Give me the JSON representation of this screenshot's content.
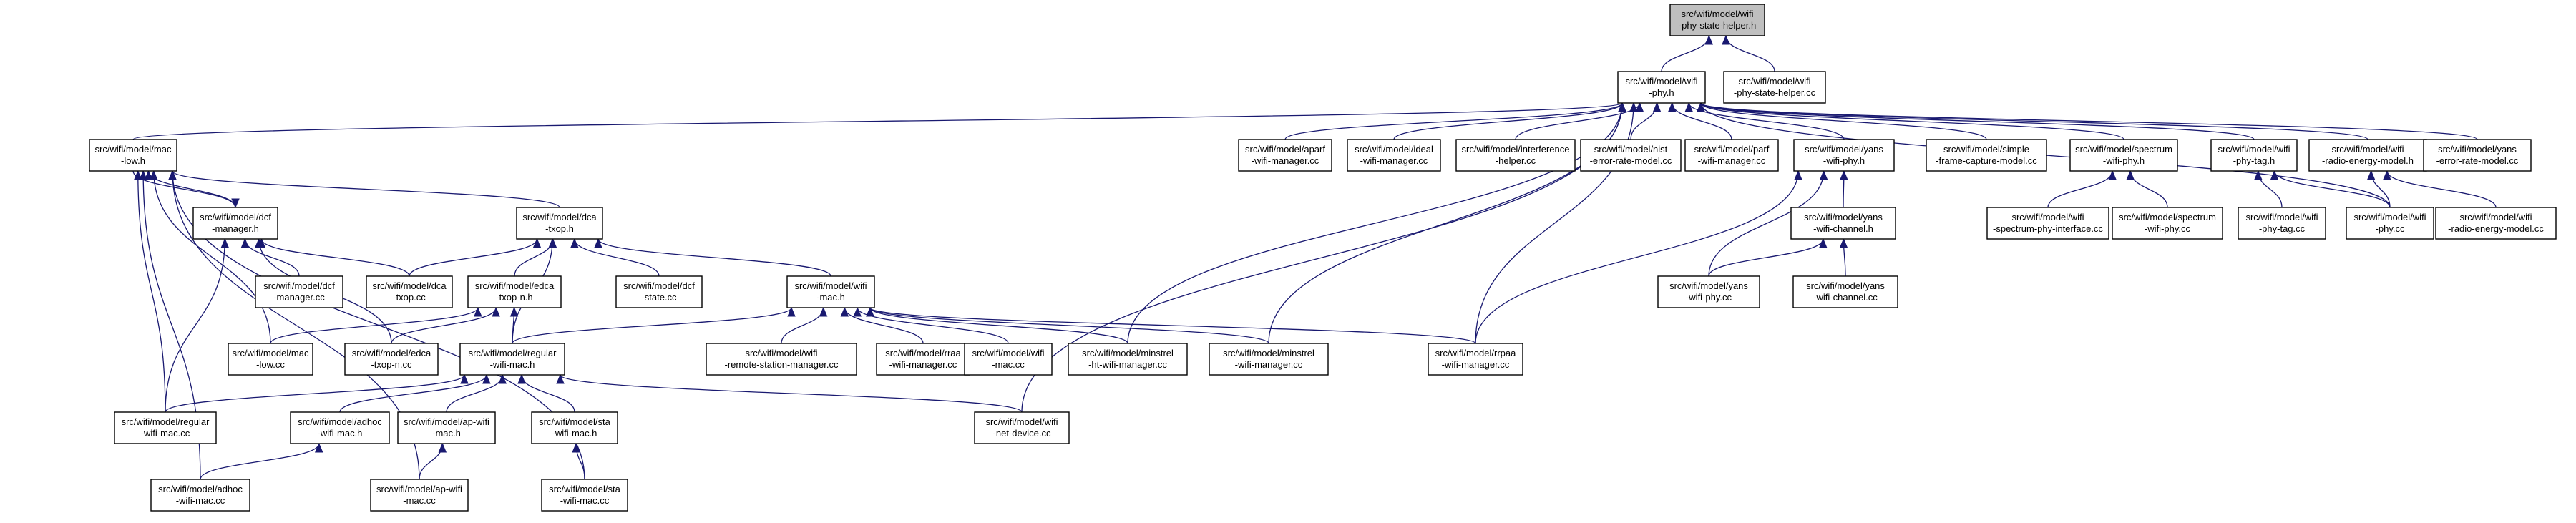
{
  "diagram": {
    "nodes": [
      {
        "id": "phy-state-helper-h",
        "lines": [
          "src/wifi/model/wifi",
          "-phy-state-helper.h"
        ],
        "root": true
      },
      {
        "id": "wifi-phy-h",
        "lines": [
          "src/wifi/model/wifi",
          "-phy.h"
        ]
      },
      {
        "id": "phy-state-helper-cc",
        "lines": [
          "src/wifi/model/wifi",
          "-phy-state-helper.cc"
        ]
      },
      {
        "id": "mac-low-h",
        "lines": [
          "src/wifi/model/mac",
          "-low.h"
        ]
      },
      {
        "id": "aparf",
        "lines": [
          "src/wifi/model/aparf",
          "-wifi-manager.cc"
        ]
      },
      {
        "id": "ideal",
        "lines": [
          "src/wifi/model/ideal",
          "-wifi-manager.cc"
        ]
      },
      {
        "id": "interference",
        "lines": [
          "src/wifi/model/interference",
          "-helper.cc"
        ]
      },
      {
        "id": "nist",
        "lines": [
          "src/wifi/model/nist",
          "-error-rate-model.cc"
        ]
      },
      {
        "id": "parf",
        "lines": [
          "src/wifi/model/parf",
          "-wifi-manager.cc"
        ]
      },
      {
        "id": "yans-phy-h",
        "lines": [
          "src/wifi/model/yans",
          "-wifi-phy.h"
        ]
      },
      {
        "id": "simple-capture",
        "lines": [
          "src/wifi/model/simple",
          "-frame-capture-model.cc"
        ]
      },
      {
        "id": "spectrum-phy-h",
        "lines": [
          "src/wifi/model/spectrum",
          "-wifi-phy.h"
        ]
      },
      {
        "id": "phy-tag-h",
        "lines": [
          "src/wifi/model/wifi",
          "-phy-tag.h"
        ]
      },
      {
        "id": "radio-energy-h",
        "lines": [
          "src/wifi/model/wifi",
          "-radio-energy-model.h"
        ]
      },
      {
        "id": "yans-error",
        "lines": [
          "src/wifi/model/yans",
          "-error-rate-model.cc"
        ]
      },
      {
        "id": "dcf-manager-h",
        "lines": [
          "src/wifi/model/dcf",
          "-manager.h"
        ]
      },
      {
        "id": "dca-txop-h",
        "lines": [
          "src/wifi/model/dca",
          "-txop.h"
        ]
      },
      {
        "id": "spectrum-iface",
        "lines": [
          "src/wifi/model/wifi",
          "-spectrum-phy-interface.cc"
        ]
      },
      {
        "id": "spectrum-phy-cc",
        "lines": [
          "src/wifi/model/spectrum",
          "-wifi-phy.cc"
        ]
      },
      {
        "id": "phy-tag-cc",
        "lines": [
          "src/wifi/model/wifi",
          "-phy-tag.cc"
        ]
      },
      {
        "id": "wifi-phy-cc",
        "lines": [
          "src/wifi/model/wifi",
          "-phy.cc"
        ]
      },
      {
        "id": "radio-energy-cc",
        "lines": [
          "src/wifi/model/wifi",
          "-radio-energy-model.cc"
        ]
      },
      {
        "id": "yans-channel-h",
        "lines": [
          "src/wifi/model/yans",
          "-wifi-channel.h"
        ]
      },
      {
        "id": "dcf-manager-cc",
        "lines": [
          "src/wifi/model/dcf",
          "-manager.cc"
        ]
      },
      {
        "id": "dca-txop-cc",
        "lines": [
          "src/wifi/model/dca",
          "-txop.cc"
        ]
      },
      {
        "id": "edca-txop-n-h",
        "lines": [
          "src/wifi/model/edca",
          "-txop-n.h"
        ]
      },
      {
        "id": "dcf-state",
        "lines": [
          "src/wifi/model/dcf",
          "-state.cc"
        ]
      },
      {
        "id": "wifi-mac-h",
        "lines": [
          "src/wifi/model/wifi",
          "-mac.h"
        ]
      },
      {
        "id": "yans-phy-cc",
        "lines": [
          "src/wifi/model/yans",
          "-wifi-phy.cc"
        ]
      },
      {
        "id": "yans-channel-cc",
        "lines": [
          "src/wifi/model/yans",
          "-wifi-channel.cc"
        ]
      },
      {
        "id": "mac-low-cc",
        "lines": [
          "src/wifi/model/mac",
          "-low.cc"
        ]
      },
      {
        "id": "edca-txop-n-cc",
        "lines": [
          "src/wifi/model/edca",
          "-txop-n.cc"
        ]
      },
      {
        "id": "regular-mac-h",
        "lines": [
          "src/wifi/model/regular",
          "-wifi-mac.h"
        ]
      },
      {
        "id": "remote-station",
        "lines": [
          "src/wifi/model/wifi",
          "-remote-station-manager.cc"
        ]
      },
      {
        "id": "rraa",
        "lines": [
          "src/wifi/model/rraa",
          "-wifi-manager.cc"
        ]
      },
      {
        "id": "wifi-mac-cc",
        "lines": [
          "src/wifi/model/wifi",
          "-mac.cc"
        ]
      },
      {
        "id": "minstrel-ht",
        "lines": [
          "src/wifi/model/minstrel",
          "-ht-wifi-manager.cc"
        ]
      },
      {
        "id": "minstrel",
        "lines": [
          "src/wifi/model/minstrel",
          "-wifi-manager.cc"
        ]
      },
      {
        "id": "rrpaa",
        "lines": [
          "src/wifi/model/rrpaa",
          "-wifi-manager.cc"
        ]
      },
      {
        "id": "regular-mac-cc",
        "lines": [
          "src/wifi/model/regular",
          "-wifi-mac.cc"
        ]
      },
      {
        "id": "adhoc-mac-h",
        "lines": [
          "src/wifi/model/adhoc",
          "-wifi-mac.h"
        ]
      },
      {
        "id": "ap-mac-h",
        "lines": [
          "src/wifi/model/ap-wifi",
          "-mac.h"
        ]
      },
      {
        "id": "sta-mac-h",
        "lines": [
          "src/wifi/model/sta",
          "-wifi-mac.h"
        ]
      },
      {
        "id": "net-device",
        "lines": [
          "src/wifi/model/wifi",
          "-net-device.cc"
        ]
      },
      {
        "id": "adhoc-mac-cc",
        "lines": [
          "src/wifi/model/adhoc",
          "-wifi-mac.cc"
        ]
      },
      {
        "id": "ap-mac-cc",
        "lines": [
          "src/wifi/model/ap-wifi",
          "-mac.cc"
        ]
      },
      {
        "id": "sta-mac-cc",
        "lines": [
          "src/wifi/model/sta",
          "-wifi-mac.cc"
        ]
      }
    ],
    "edges": [
      [
        "wifi-phy-h",
        "phy-state-helper-h"
      ],
      [
        "phy-state-helper-cc",
        "phy-state-helper-h"
      ],
      [
        "mac-low-h",
        "wifi-phy-h"
      ],
      [
        "aparf",
        "wifi-phy-h"
      ],
      [
        "ideal",
        "wifi-phy-h"
      ],
      [
        "interference",
        "wifi-phy-h"
      ],
      [
        "nist",
        "wifi-phy-h"
      ],
      [
        "parf",
        "wifi-phy-h"
      ],
      [
        "yans-phy-h",
        "wifi-phy-h"
      ],
      [
        "simple-capture",
        "wifi-phy-h"
      ],
      [
        "spectrum-phy-h",
        "wifi-phy-h"
      ],
      [
        "phy-tag-h",
        "wifi-phy-h"
      ],
      [
        "radio-energy-h",
        "wifi-phy-h"
      ],
      [
        "yans-error",
        "wifi-phy-h"
      ],
      [
        "wifi-phy-cc",
        "wifi-phy-h"
      ],
      [
        "minstrel-ht",
        "wifi-phy-h"
      ],
      [
        "minstrel",
        "wifi-phy-h"
      ],
      [
        "rrpaa",
        "wifi-phy-h"
      ],
      [
        "net-device",
        "wifi-phy-h"
      ],
      [
        "dcf-manager-h",
        "mac-low-h"
      ],
      [
        "dca-txop-h",
        "mac-low-h"
      ],
      [
        "mac-low-cc",
        "mac-low-h"
      ],
      [
        "regular-mac-cc",
        "mac-low-h"
      ],
      [
        "adhoc-mac-cc",
        "mac-low-h"
      ],
      [
        "ap-mac-cc",
        "mac-low-h"
      ],
      [
        "sta-mac-cc",
        "mac-low-h"
      ],
      [
        "mac-low-h",
        "dcf-manager-h"
      ],
      [
        "dcf-manager-cc",
        "dcf-manager-h"
      ],
      [
        "dca-txop-cc",
        "dcf-manager-h"
      ],
      [
        "edca-txop-n-cc",
        "dcf-manager-h"
      ],
      [
        "regular-mac-cc",
        "dcf-manager-h"
      ],
      [
        "dca-txop-cc",
        "dca-txop-h"
      ],
      [
        "edca-txop-n-h",
        "dca-txop-h"
      ],
      [
        "dcf-state",
        "dca-txop-h"
      ],
      [
        "wifi-mac-h",
        "dca-txop-h"
      ],
      [
        "regular-mac-h",
        "dca-txop-h"
      ],
      [
        "mac-low-cc",
        "edca-txop-n-h"
      ],
      [
        "edca-txop-n-cc",
        "edca-txop-n-h"
      ],
      [
        "regular-mac-h",
        "edca-txop-n-h"
      ],
      [
        "regular-mac-h",
        "wifi-mac-h"
      ],
      [
        "remote-station",
        "wifi-mac-h"
      ],
      [
        "rraa",
        "wifi-mac-h"
      ],
      [
        "wifi-mac-cc",
        "wifi-mac-h"
      ],
      [
        "minstrel-ht",
        "wifi-mac-h"
      ],
      [
        "minstrel",
        "wifi-mac-h"
      ],
      [
        "rrpaa",
        "wifi-mac-h"
      ],
      [
        "regular-mac-cc",
        "regular-mac-h"
      ],
      [
        "adhoc-mac-h",
        "regular-mac-h"
      ],
      [
        "ap-mac-h",
        "regular-mac-h"
      ],
      [
        "sta-mac-h",
        "regular-mac-h"
      ],
      [
        "net-device",
        "regular-mac-h"
      ],
      [
        "adhoc-mac-cc",
        "adhoc-mac-h"
      ],
      [
        "ap-mac-cc",
        "ap-mac-h"
      ],
      [
        "sta-mac-cc",
        "sta-mac-h"
      ],
      [
        "yans-channel-h",
        "yans-phy-h"
      ],
      [
        "yans-phy-cc",
        "yans-phy-h"
      ],
      [
        "rrpaa",
        "yans-phy-h"
      ],
      [
        "yans-phy-cc",
        "yans-channel-h"
      ],
      [
        "yans-channel-cc",
        "yans-channel-h"
      ],
      [
        "spectrum-iface",
        "spectrum-phy-h"
      ],
      [
        "spectrum-phy-cc",
        "spectrum-phy-h"
      ],
      [
        "phy-tag-cc",
        "phy-tag-h"
      ],
      [
        "wifi-phy-cc",
        "phy-tag-h"
      ],
      [
        "wifi-phy-cc",
        "radio-energy-h"
      ],
      [
        "radio-energy-cc",
        "radio-energy-h"
      ]
    ]
  }
}
